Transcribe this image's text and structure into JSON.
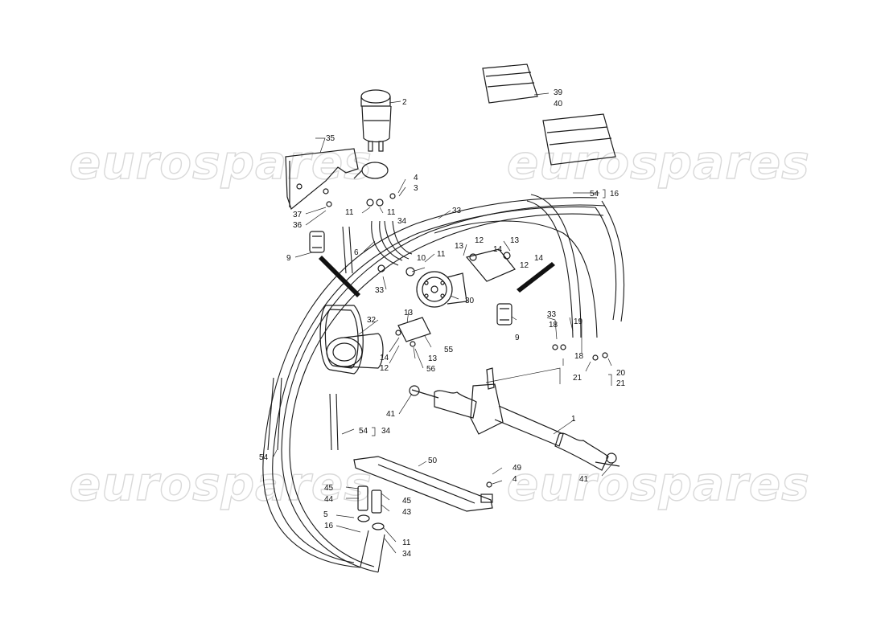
{
  "watermark": {
    "text": "eurospares"
  },
  "callouts": {
    "c1": "1",
    "c2": "2",
    "c3": "3",
    "c4a": "4",
    "c4b": "4",
    "c5": "5",
    "c6": "6",
    "c9a": "9",
    "c9b": "9",
    "c10": "10",
    "c11a": "11",
    "c11b": "11",
    "c11c": "11",
    "c11d": "11",
    "c12a": "12",
    "c12b": "12",
    "c12c": "12",
    "c13a": "13",
    "c13b": "13",
    "c13c": "13",
    "c13d": "13",
    "c14a": "14",
    "c14b": "14",
    "c14c": "14",
    "c16a": "16",
    "c16b": "16",
    "c18a": "18",
    "c18b": "18",
    "c19": "19",
    "c20": "20",
    "c21a": "21",
    "c21b": "21",
    "c30": "30",
    "c32": "32",
    "c33a": "33",
    "c33b": "33",
    "c33c": "33",
    "c34a": "34",
    "c34b": "34",
    "c34c": "34",
    "c35": "35",
    "c36": "36",
    "c37": "37",
    "c39": "39",
    "c40": "40",
    "c41a": "41",
    "c41b": "41",
    "c43": "43",
    "c44": "44",
    "c45a": "45",
    "c45b": "45",
    "c49": "49",
    "c50": "50",
    "c54a": "54",
    "c54b": "54",
    "c54c": "54",
    "c55": "55",
    "c56": "56"
  }
}
